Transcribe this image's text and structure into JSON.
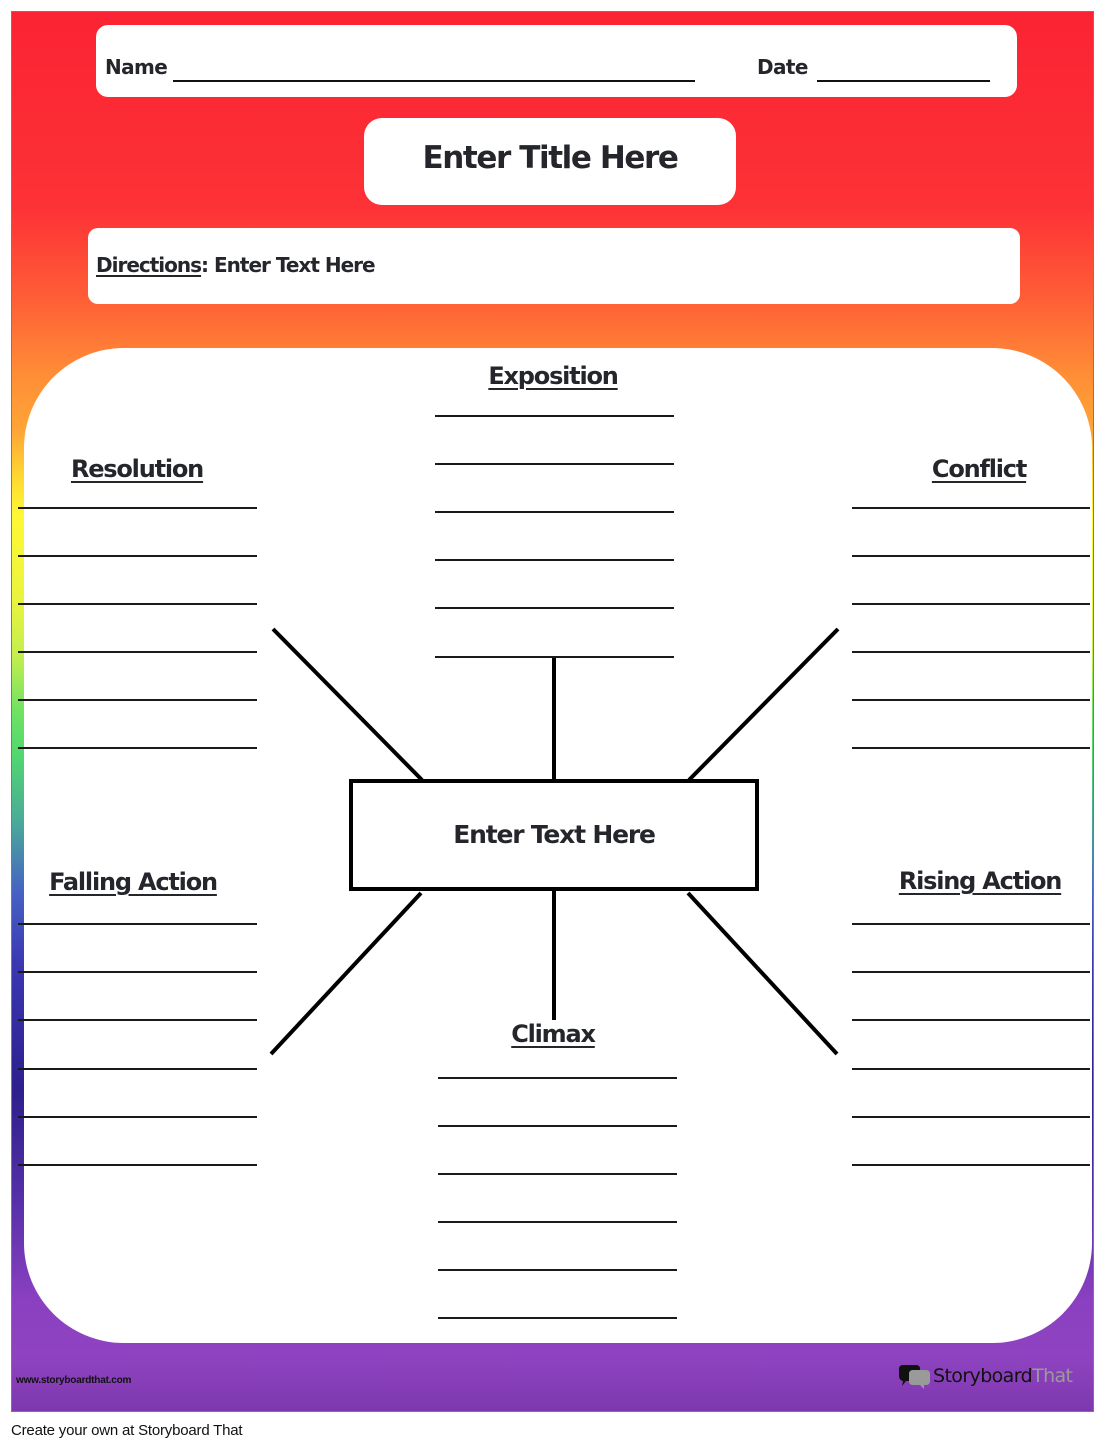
{
  "header": {
    "name_label": "Name",
    "date_label": "Date",
    "title": "Enter Title Here",
    "directions_label": "Directions",
    "directions_sep": ":",
    "directions_text": " Enter Text Here"
  },
  "diagram": {
    "center_text": "Enter Text Here",
    "sections": {
      "exposition": {
        "label": "Exposition",
        "line_count": 6
      },
      "conflict": {
        "label": "Conflict",
        "line_count": 6
      },
      "rising_action": {
        "label": "Rising Action",
        "line_count": 6
      },
      "climax": {
        "label": "Climax",
        "line_count": 6
      },
      "falling_action": {
        "label": "Falling Action",
        "line_count": 6
      },
      "resolution": {
        "label": "Resolution",
        "line_count": 6
      }
    }
  },
  "footer": {
    "url": "www.storyboardthat.com",
    "brand_part1": "Storyboard",
    "brand_part2": "That",
    "brand_icon": "speech-bubbles-icon"
  },
  "credit": "Create your own at Storyboard That",
  "colors": {
    "gradient_top": "#fb2333",
    "gradient_orange": "#ffa535",
    "gradient_yellow": "#fff834",
    "gradient_green": "#52d86e",
    "gradient_blue": "#4661c4",
    "gradient_navy": "#2d1f8d",
    "gradient_purple": "#8f43c1",
    "text_dark": "#24262b"
  }
}
